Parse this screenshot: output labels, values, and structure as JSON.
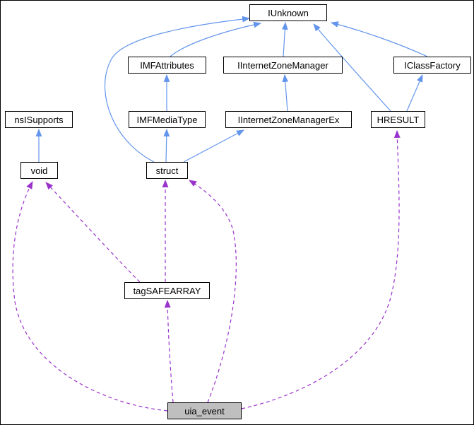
{
  "diagram": {
    "kind": "collaboration-graph",
    "highlighted_node": "uia_event",
    "colors": {
      "inheritance_edge": "#6395EC",
      "usage_edge": "#9A32CD",
      "node_background": "#FFFFFF",
      "highlight_background": "#BFBFBF",
      "node_border": "#000000",
      "text": "#000000"
    },
    "nodes": [
      {
        "id": "iunknown",
        "label": "IUnknown"
      },
      {
        "id": "imfattributes",
        "label": "IMFAttributes"
      },
      {
        "id": "iinternetzonemanager",
        "label": "IInternetZoneManager"
      },
      {
        "id": "iclassfactory",
        "label": "IClassFactory"
      },
      {
        "id": "nsisupports",
        "label": "nsISupports"
      },
      {
        "id": "imfmediatype",
        "label": "IMFMediaType"
      },
      {
        "id": "iinternetzonemanagerex",
        "label": "IInternetZoneManagerEx"
      },
      {
        "id": "hresult",
        "label": "HRESULT"
      },
      {
        "id": "void",
        "label": "void"
      },
      {
        "id": "struct",
        "label": "struct"
      },
      {
        "id": "tagsafearray",
        "label": "tagSAFEARRAY"
      },
      {
        "id": "uia_event",
        "label": "uia_event",
        "highlighted": true
      }
    ],
    "edges": [
      {
        "from": "IMFAttributes",
        "to": "IUnknown",
        "type": "inheritance",
        "style": "solid"
      },
      {
        "from": "IInternetZoneManager",
        "to": "IUnknown",
        "type": "inheritance",
        "style": "solid"
      },
      {
        "from": "IClassFactory",
        "to": "IUnknown",
        "type": "inheritance",
        "style": "solid"
      },
      {
        "from": "HRESULT",
        "to": "IUnknown",
        "type": "inheritance",
        "style": "solid"
      },
      {
        "from": "HRESULT",
        "to": "IClassFactory",
        "type": "inheritance",
        "style": "solid"
      },
      {
        "from": "IMFMediaType",
        "to": "IMFAttributes",
        "type": "inheritance",
        "style": "solid"
      },
      {
        "from": "IInternetZoneManagerEx",
        "to": "IInternetZoneManager",
        "type": "inheritance",
        "style": "solid"
      },
      {
        "from": "struct",
        "to": "IMFMediaType",
        "type": "inheritance",
        "style": "solid"
      },
      {
        "from": "struct",
        "to": "IInternetZoneManagerEx",
        "type": "inheritance",
        "style": "solid"
      },
      {
        "from": "struct",
        "to": "IUnknown",
        "type": "inheritance",
        "style": "solid"
      },
      {
        "from": "void",
        "to": "nsISupports",
        "type": "inheritance",
        "style": "solid"
      },
      {
        "from": "tagSAFEARRAY",
        "to": "struct",
        "type": "usage",
        "style": "dashed"
      },
      {
        "from": "tagSAFEARRAY",
        "to": "void",
        "type": "usage",
        "style": "dashed"
      },
      {
        "from": "uia_event",
        "to": "tagSAFEARRAY",
        "type": "usage",
        "style": "dashed"
      },
      {
        "from": "uia_event",
        "to": "struct",
        "type": "usage",
        "style": "dashed"
      },
      {
        "from": "uia_event",
        "to": "void",
        "type": "usage",
        "style": "dashed"
      },
      {
        "from": "uia_event",
        "to": "HRESULT",
        "type": "usage",
        "style": "dashed"
      }
    ]
  }
}
